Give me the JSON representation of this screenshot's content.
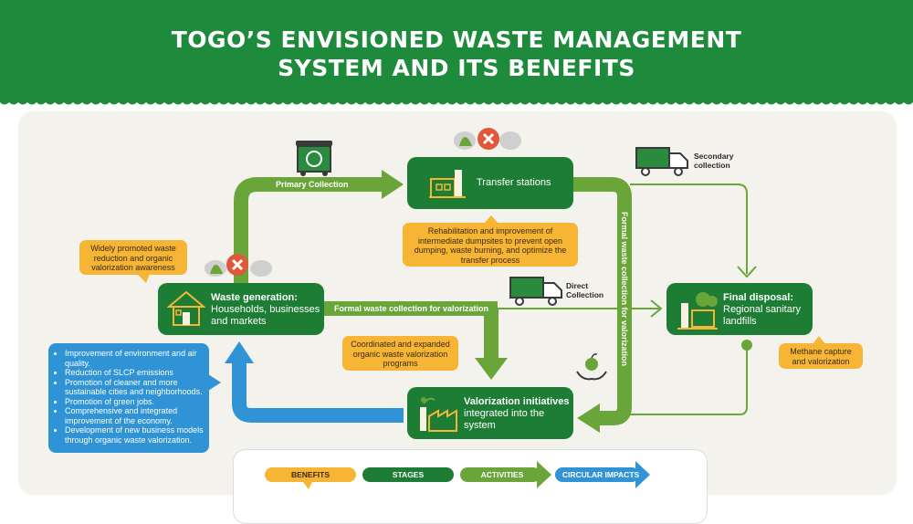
{
  "title": {
    "line1": "TOGO’S ENVISIONED WASTE MANAGEMENT",
    "line2": "SYSTEM AND ITS BENEFITS"
  },
  "stages": {
    "transfer": {
      "label": "Transfer stations"
    },
    "generation": {
      "bold": "Waste generation:",
      "text": "Households, businesses and markets"
    },
    "final": {
      "bold": "Final disposal:",
      "text": "Regional sanitary landfills"
    },
    "valorization": {
      "bold": "Valorization initiatives",
      "text": " integrated into the system"
    }
  },
  "activities": {
    "primary": "Primary Collection",
    "formal_valorization": "Formal waste collection for valorization",
    "formal_vertical": "Formal waste collection for valorization",
    "secondary": "Secondary collection",
    "direct": "Direct Collection"
  },
  "benefit_notes": {
    "awareness": "Widely promoted waste reduction and organic valorization awareness",
    "dumpsites": "Rehabilitation and improvement of intermediate dumpsites to prevent open dumping, waste burning, and optimize the transfer process",
    "programs": "Coordinated and expanded organic waste valorization programs",
    "methane": "Methane capture and valorization"
  },
  "circular_impacts": [
    "Improvement of environment and air quality.",
    "Reduction of SLCP emissions",
    "Promotion of cleaner and more sustainable cities and neighborhoods.",
    "Promotion of green jobs.",
    "Comprehensive and integrated improvement of the economy.",
    "Development of new business models through organic waste valorization."
  ],
  "legend": {
    "benefits": "BENEFITS",
    "stages": "STAGES",
    "activities": "ACTIVITIES",
    "circular": "CIRCULAR IMPACTS"
  },
  "colors": {
    "header_green": "#1e8a3c",
    "stage_green": "#1e7d35",
    "activity_green": "#6aa53a",
    "benefit_orange": "#f7b536",
    "circular_blue": "#2f93d6"
  }
}
